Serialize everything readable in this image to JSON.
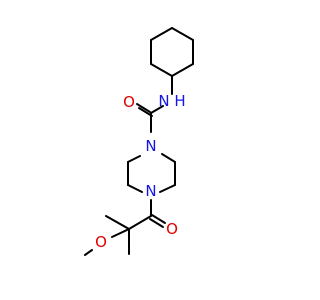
{
  "molecule": {
    "atoms": {
      "n_amide": {
        "symbol": "N",
        "hydrogen": "H",
        "color": "#1515e6"
      },
      "o_amide": {
        "symbol": "O",
        "color": "#e00000"
      },
      "n_pip_top": {
        "symbol": "N",
        "color": "#1515e6"
      },
      "n_pip_bottom": {
        "symbol": "N",
        "color": "#1515e6"
      },
      "o_ketone": {
        "symbol": "O",
        "color": "#e00000"
      },
      "o_ether": {
        "symbol": "O",
        "color": "#e00000"
      }
    },
    "bond_color": "#000000",
    "background": "#ffffff"
  }
}
